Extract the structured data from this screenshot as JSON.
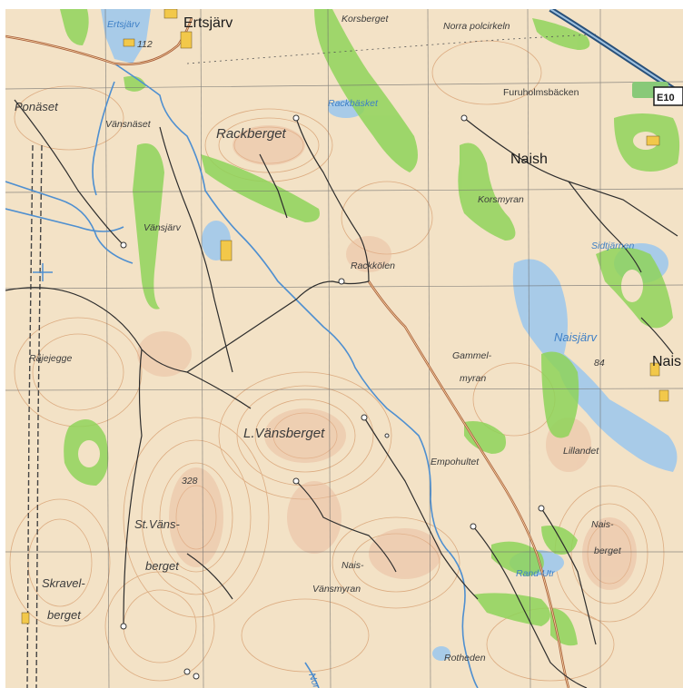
{
  "map": {
    "colors": {
      "paper": "#f3e2c6",
      "contour": "#d59a6b",
      "forest_green": "#8fd45a",
      "water": "#a8cbe8",
      "stream": "#4e8fd0",
      "road_main": "#a85d3b",
      "track": "#2d2d2d",
      "grid": "#6a6a6a",
      "highway": "#28507a",
      "settlement": "#f2c84a"
    },
    "settlements": [
      {
        "name": "Ertsjärv",
        "icon": "village-icon"
      },
      {
        "name": "Naish",
        "icon": "village-icon"
      },
      {
        "name": "Nais",
        "icon": "village-icon"
      }
    ],
    "labels": {
      "korsberget": "Korsberget",
      "norra_poloirkeln": "Norra polcirkeln",
      "furuholmsbacken": "Furuholmsbäcken",
      "ponaset": "Ponäset",
      "vansnaset": "Vänsnäset",
      "rackberget": "Rackberget",
      "rackbasket": "Rackbäsket",
      "korsmyran": "Korsmyran",
      "vansjarv": "Vänsjärv",
      "rackkolen": "Rackkölen",
      "sidtjarnen": "Sidtjärnen",
      "naisjarv": "Naisjärv",
      "rajejegge": "Råjejegge",
      "gammel": "Gammel-",
      "myran": "myran",
      "l_vansberget": "L.Vänsberget",
      "empohultet": "Empohultet",
      "lillandet": "Lillandet",
      "peak_328": "328",
      "st_vans": "St.Väns-",
      "berget1": "berget",
      "nais": "Nais-",
      "berget2": "berget",
      "skravel": "Skravel-",
      "berget3": "berget",
      "nais_vans": "Nais-",
      "vansmyran": "Vänsmyran",
      "rand_utr": "Rand-Utr",
      "rotheden": "Rotheden",
      "norr": "Norr",
      "ertsjarv_lake": "Ertsjärv",
      "elev_112": "112",
      "elev_84": "84"
    },
    "road_shield": "E10"
  }
}
